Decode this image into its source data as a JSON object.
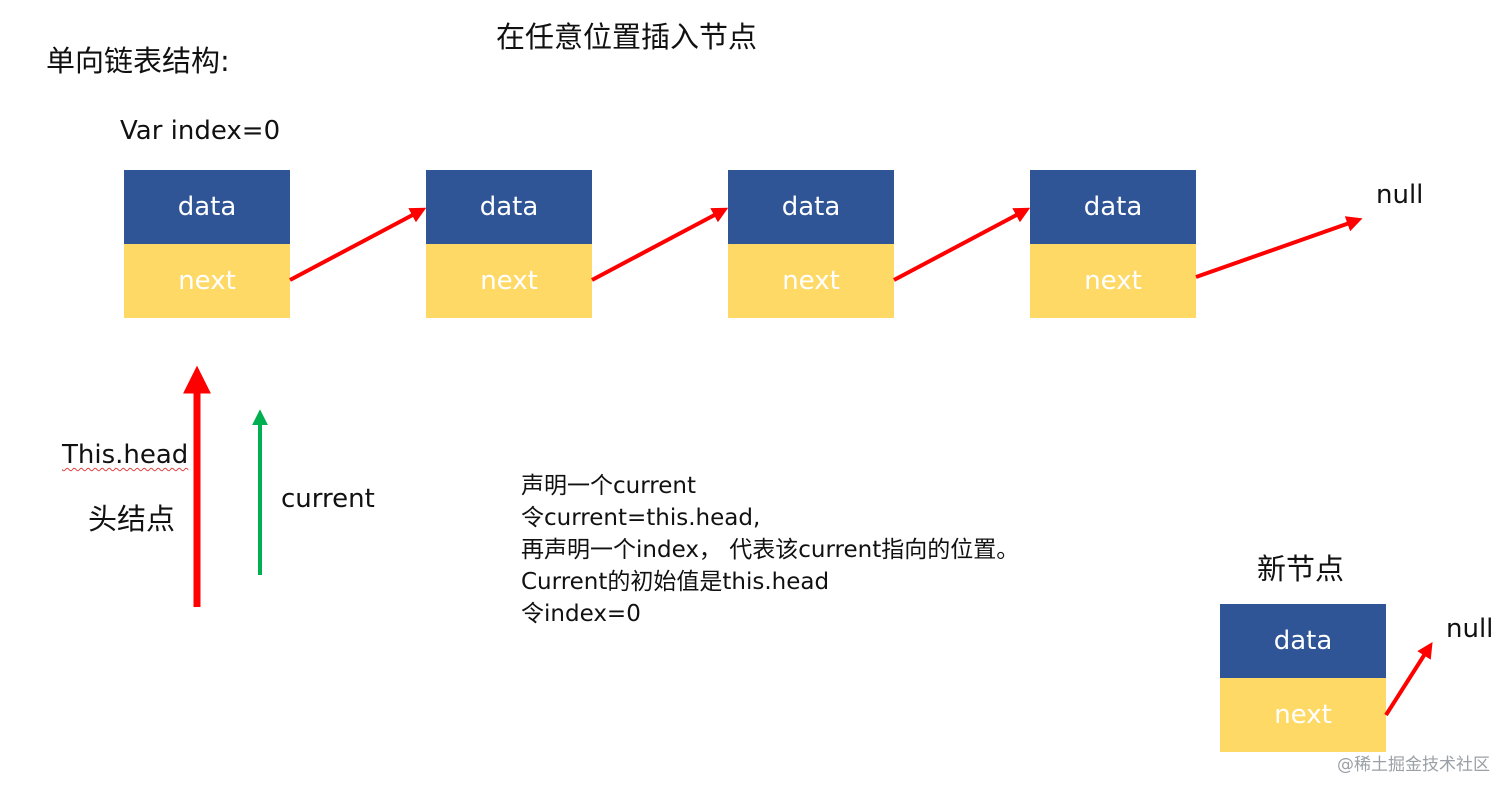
{
  "title": "在任意位置插入节点",
  "subtitle": "单向链表结构:",
  "index_label": "Var index=0",
  "nodes": [
    {
      "data": "data",
      "next": "next"
    },
    {
      "data": "data",
      "next": "next"
    },
    {
      "data": "data",
      "next": "next"
    },
    {
      "data": "data",
      "next": "next"
    }
  ],
  "null_label": "null",
  "head_pointer": {
    "label": "This.head",
    "sublabel": "头结点"
  },
  "current_pointer": {
    "label": "current"
  },
  "description": {
    "lines": [
      "声明一个current",
      "令current=this.head,",
      "再声明一个index， 代表该current指向的位置。",
      "Current的初始值是this.head",
      "令index=0"
    ]
  },
  "new_node": {
    "label": "新节点",
    "data": "data",
    "next": "next",
    "null_label": "null"
  },
  "watermark": "@稀土掘金技术社区",
  "colors": {
    "data_cell": "#2f5597",
    "next_cell": "#ffd966",
    "link_arrow": "#ff0000",
    "current_arrow": "#00b050"
  }
}
